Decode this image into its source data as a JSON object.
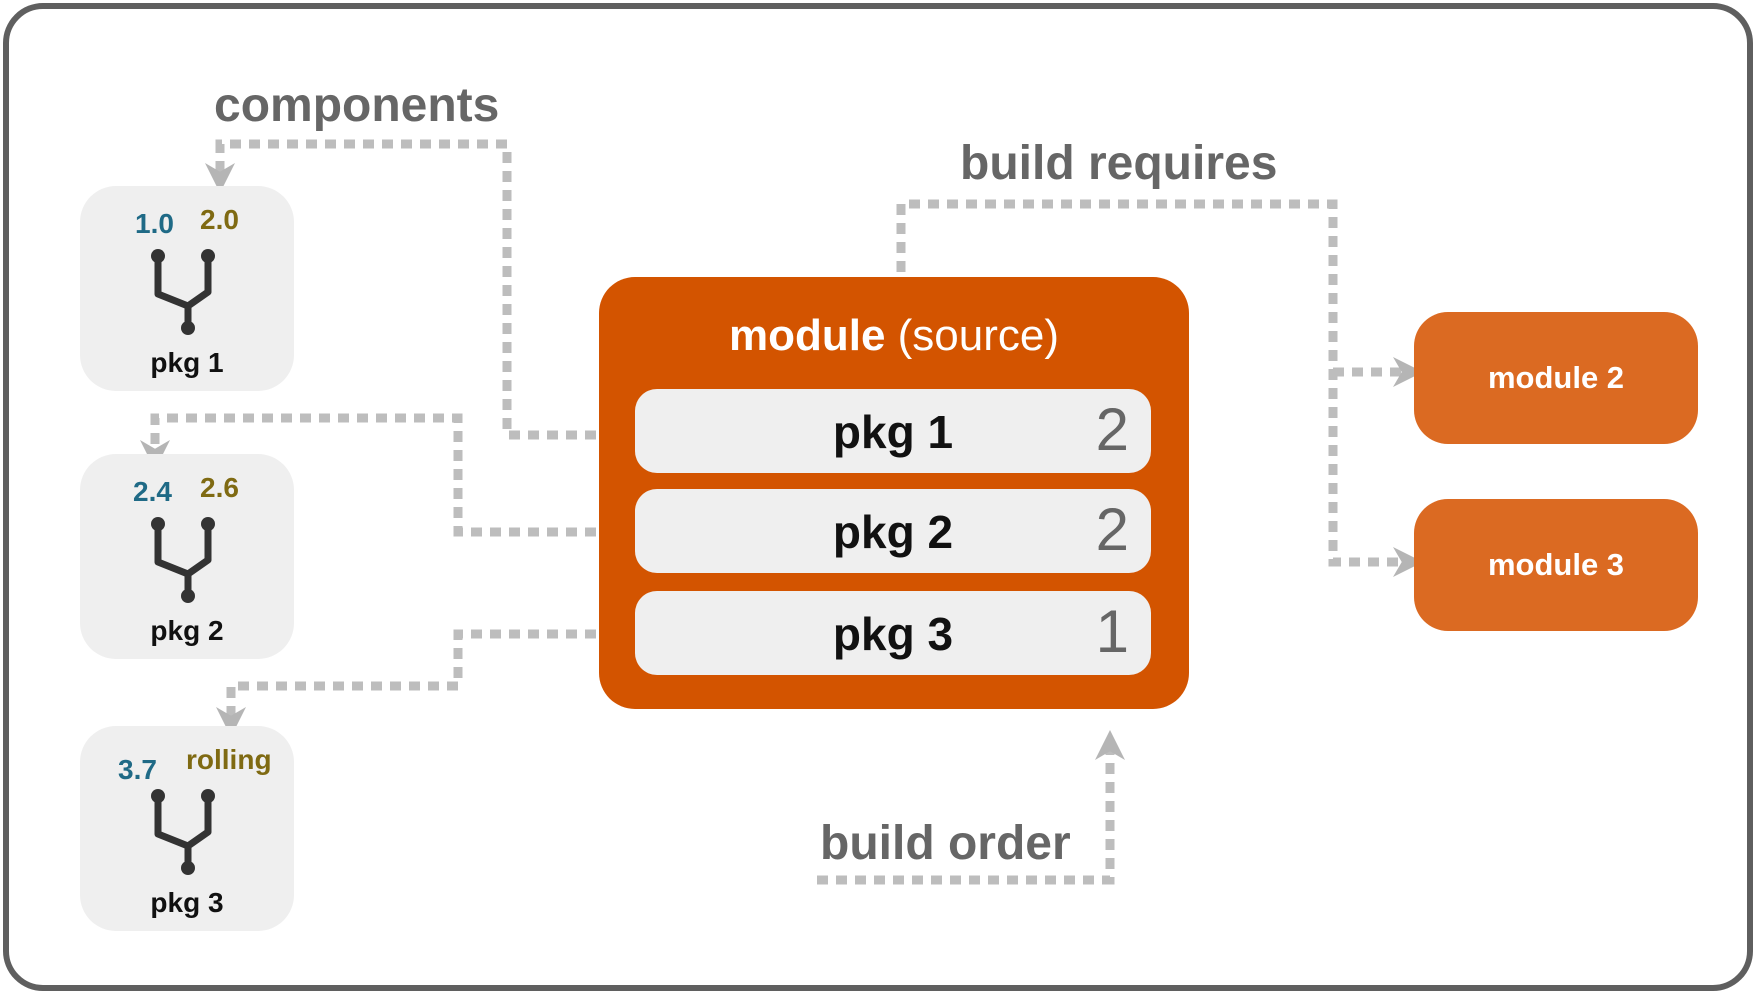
{
  "labels": {
    "components": "components",
    "build_requires": "build requires",
    "build_order": "build order"
  },
  "packages": [
    {
      "name": "pkg 1",
      "version_left": "1.0",
      "version_right": "2.0"
    },
    {
      "name": "pkg 2",
      "version_left": "2.4",
      "version_right": "2.6"
    },
    {
      "name": "pkg 3",
      "version_left": "3.7",
      "version_right": "rolling"
    }
  ],
  "module": {
    "title_bold": "module",
    "title_rest": "(source)",
    "rows": [
      {
        "name": "pkg 1",
        "order": "2"
      },
      {
        "name": "pkg 2",
        "order": "2"
      },
      {
        "name": "pkg 3",
        "order": "1"
      }
    ]
  },
  "dependencies": [
    {
      "name": "module 2"
    },
    {
      "name": "module 3"
    }
  ],
  "colors": {
    "frame": "#5f5f5f",
    "module": "#d35400",
    "dependency_module": "#db6a22",
    "connector": "#bdbdbd",
    "version_stream_left": "#1f6a86",
    "version_stream_right": "#7f6a12",
    "package_box": "#efefef"
  }
}
